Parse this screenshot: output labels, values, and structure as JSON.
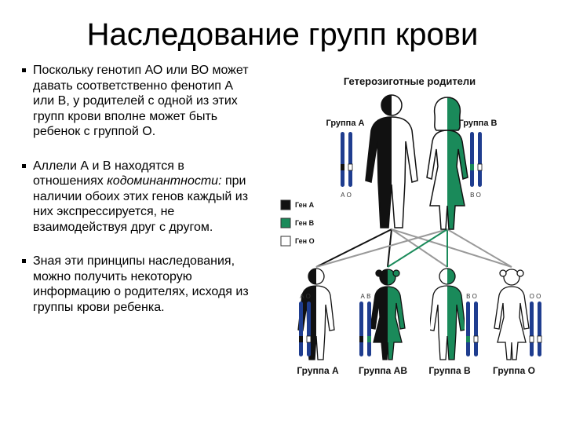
{
  "slide": {
    "title": "Наследование групп крови"
  },
  "bullets": [
    {
      "text": "Поскольку генотип АО или ВО может давать соответственно фенотип А или В, у родителей с одной из этих групп крови вполне может быть ребенок с группой О."
    },
    {
      "text_before": "Аллели А и В находятся в отношениях ",
      "emphasis": "кодоминантности:",
      "text_after": " при наличии обоих этих генов каждый из них экспрессируется, не взаимодействуя друг с другом."
    },
    {
      "text": "Зная эти принципы наследования, можно получить некоторую информацию о родителях, исходя из группы крови ребенка."
    }
  ],
  "diagram": {
    "title": "Гетерозиготные родители",
    "parents": [
      {
        "group": "Группа А",
        "alleles": "А О"
      },
      {
        "group": "Группа В",
        "alleles": "В О"
      }
    ],
    "legend": [
      {
        "label": "Ген А",
        "color": "#111111"
      },
      {
        "label": "Ген В",
        "color": "#1a8a5a"
      },
      {
        "label": "Ген О",
        "color": "#ffffff"
      }
    ],
    "children": [
      {
        "group": "Группа А",
        "alleles": "А О"
      },
      {
        "group": "Группа АВ",
        "alleles": "А В"
      },
      {
        "group": "Группа В",
        "alleles": "В О"
      },
      {
        "group": "Группа О",
        "alleles": "О О"
      }
    ],
    "colors": {
      "chromosome": "#1f3d8f",
      "gene_a": "#111111",
      "gene_b": "#1a8a5a",
      "gene_o": "#ffffff"
    }
  }
}
